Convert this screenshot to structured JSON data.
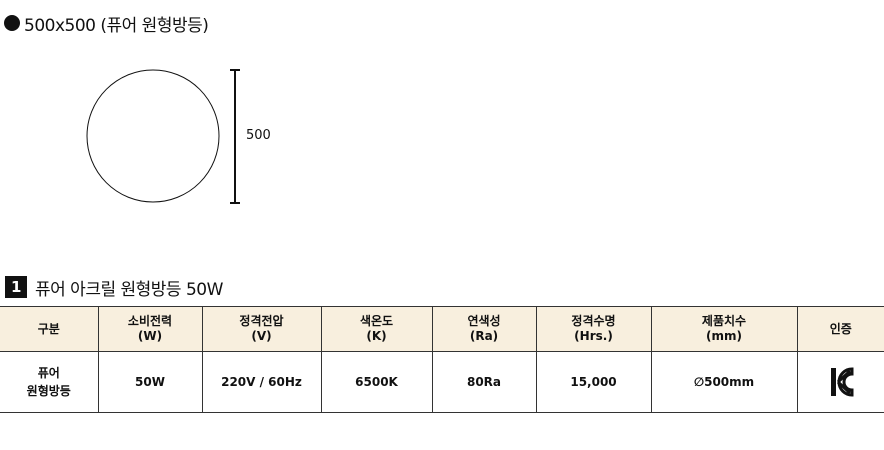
{
  "section": {
    "title": "500x500 (퓨어 원형방등)"
  },
  "diagram": {
    "dimension_label": "500"
  },
  "product": {
    "number": "1",
    "name": "퓨어 아크릴 원형방등 50W"
  },
  "spec_table": {
    "headers": [
      {
        "line1": "구분",
        "line2": ""
      },
      {
        "line1": "소비전력",
        "line2": "(W)"
      },
      {
        "line1": "정격전압",
        "line2": "(V)"
      },
      {
        "line1": "색온도",
        "line2": "(K)"
      },
      {
        "line1": "연색성",
        "line2": "(Ra)"
      },
      {
        "line1": "정격수명",
        "line2": "(Hrs.)"
      },
      {
        "line1": "제품치수",
        "line2": "(mm)"
      },
      {
        "line1": "인증",
        "line2": ""
      }
    ],
    "row": {
      "category_line1": "퓨어",
      "category_line2": "원형방등",
      "power": "50W",
      "voltage": "220V / 60Hz",
      "color_temp": "6500K",
      "cri": "80Ra",
      "lifetime": "15,000",
      "dimension": "∅500mm",
      "certification_icon": "kc-mark-icon"
    }
  },
  "colors": {
    "header_bg": "#f8efde",
    "text": "#111111",
    "border": "#333333"
  }
}
